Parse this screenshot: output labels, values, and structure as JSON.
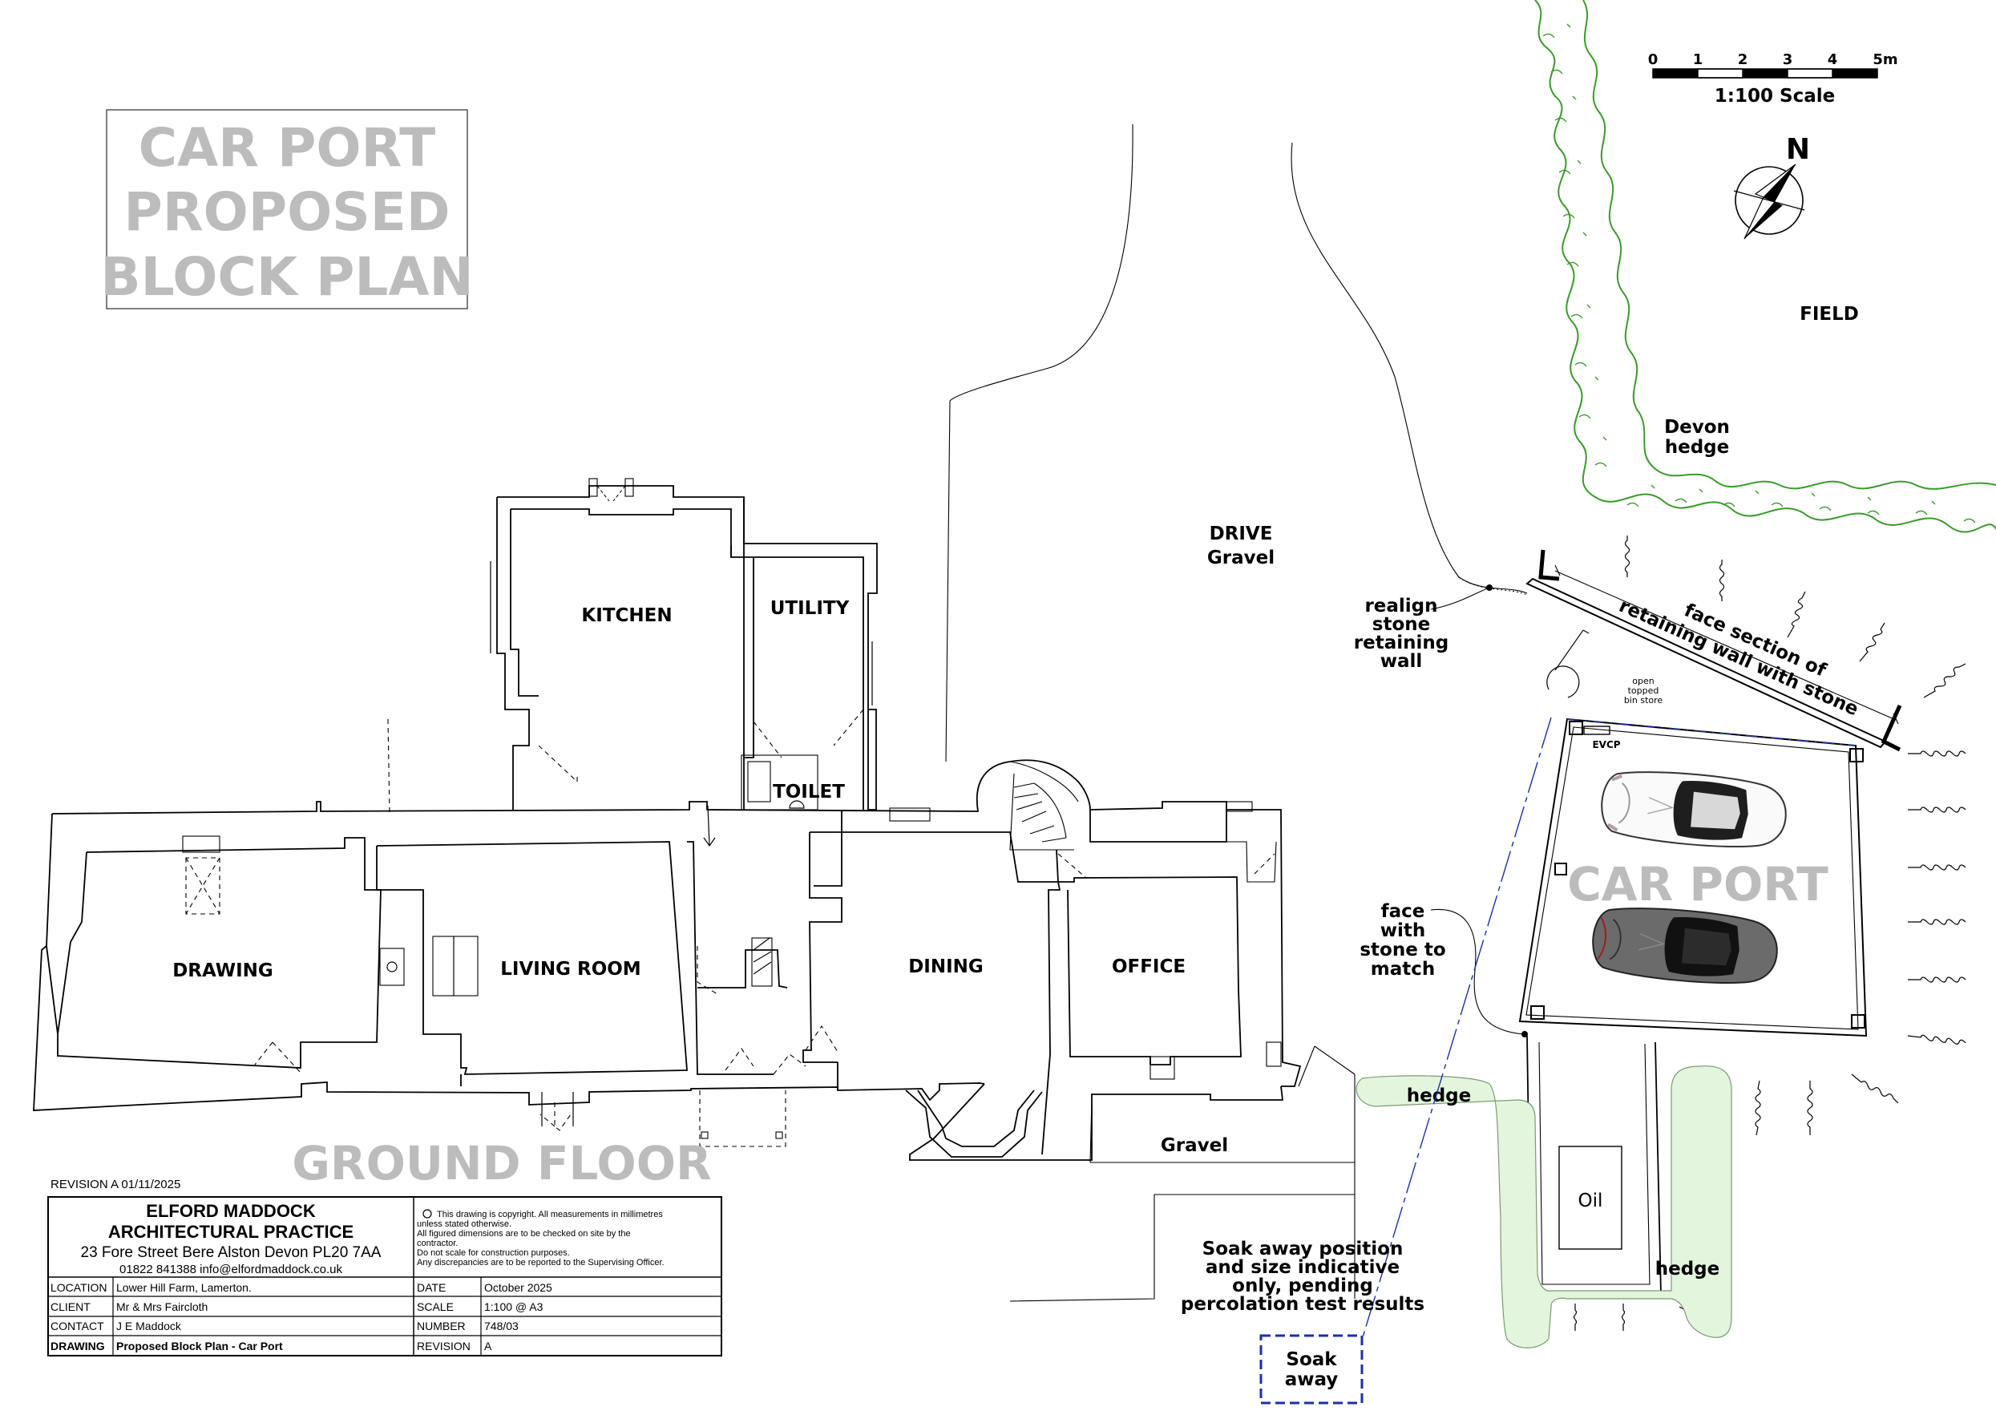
{
  "title": {
    "line1": "CAR PORT",
    "line2": "PROPOSED",
    "line3": "BLOCK PLAN"
  },
  "scale_bar": {
    "ticks": [
      "0",
      "1",
      "2",
      "3",
      "4",
      "5m"
    ],
    "label": "1:100 Scale"
  },
  "north": "N",
  "rooms": {
    "kitchen": "KITCHEN",
    "utility": "UTILITY",
    "toilet": "TOILET",
    "drawing": "DRAWING",
    "living_room": "LIVING ROOM",
    "dining": "DINING",
    "office": "OFFICE"
  },
  "floor_label": "GROUND FLOOR",
  "site_labels": {
    "field": "FIELD",
    "devon_hedge_1": "Devon",
    "devon_hedge_2": "hedge",
    "drive_1": "DRIVE",
    "drive_2": "Gravel",
    "realign_1": "realign",
    "realign_2": "stone",
    "realign_3": "retaining",
    "realign_4": "wall",
    "face_section_1": "face section of",
    "face_section_2": "retaining wall with stone",
    "bin_1": "open",
    "bin_2": "topped",
    "bin_3": "bin store",
    "evcp": "EVCP",
    "car_port": "CAR PORT",
    "face_stone_1": "face",
    "face_stone_2": "with",
    "face_stone_3": "stone to",
    "face_stone_4": "match",
    "hedge_top": "hedge",
    "hedge_right": "hedge",
    "gravel": "Gravel",
    "oil": "Oil",
    "soak_note_1": "Soak away position",
    "soak_note_2": "and size indicative",
    "soak_note_3": "only, pending",
    "soak_note_4": "percolation test results",
    "soak_1": "Soak",
    "soak_2": "away"
  },
  "title_block": {
    "revision": "REVISION A 01/11/2025",
    "firm_1": "ELFORD MADDOCK",
    "firm_2": "ARCHITECTURAL PRACTICE",
    "address": "23 Fore Street Bere Alston Devon PL20 7AA",
    "contact_line": "01822 841388  info@elfordmaddock.co.uk",
    "notes": [
      "This drawing is copyright.  All measurements in millimetres",
      "unless stated otherwise.",
      "All figured dimensions are to be checked on site by the",
      "contractor.",
      "Do not scale for construction purposes.",
      "Any discrepancies are to be reported to the Supervising Officer."
    ],
    "rows": [
      {
        "k1": "LOCATION",
        "v1": "Lower Hill Farm, Lamerton.",
        "k2": "DATE",
        "v2": "October 2025"
      },
      {
        "k1": "CLIENT",
        "v1": "Mr & Mrs Faircloth",
        "k2": "SCALE",
        "v2": "1:100 @ A3"
      },
      {
        "k1": "CONTACT",
        "v1": "J E Maddock",
        "k2": "NUMBER",
        "v2": "748/03"
      },
      {
        "k1": "DRAWING",
        "v1": "Proposed Block Plan - Car Port",
        "k2": "REVISION",
        "v2": "A"
      }
    ]
  },
  "colors": {
    "hedge_green": "#3a9a2a",
    "hedge_fill": "#e3f5dc",
    "label_gray": "#bcbcbc",
    "soakaway_blue": "#1d2fa6"
  }
}
